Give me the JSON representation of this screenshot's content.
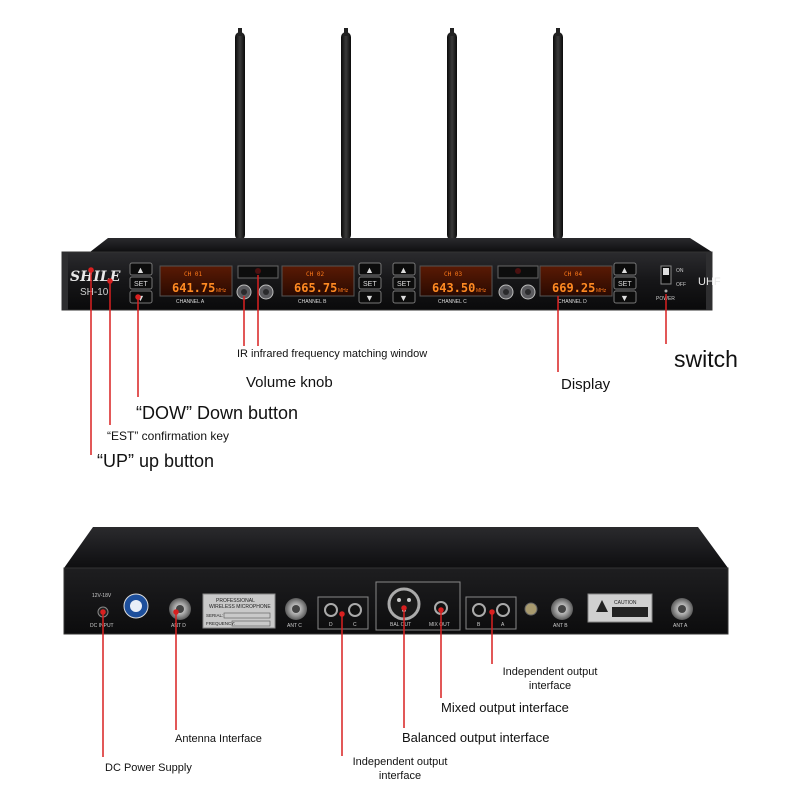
{
  "front_panel": {
    "brand": "SHILE",
    "model": "SH-10",
    "badge": "UHF",
    "power_label": "POWER",
    "on_label": "ON",
    "off_label": "OFF",
    "set_label": "SET",
    "channels": [
      {
        "name": "CHANNEL A",
        "frequency": "641.75",
        "ch": "CH 01"
      },
      {
        "name": "CHANNEL B",
        "frequency": "665.75",
        "ch": "CH 02"
      },
      {
        "name": "CHANNEL C",
        "frequency": "643.50",
        "ch": "CH 03"
      },
      {
        "name": "CHANNEL D",
        "frequency": "669.25",
        "ch": "CH 04"
      }
    ],
    "unit": "MHz"
  },
  "rear_panel": {
    "dc_input": "DC INPUT",
    "dc_spec": "12V-18V",
    "plate_title": "PROFESSIONAL",
    "plate_subtitle": "WIRELESS MICROPHONE",
    "serial_label": "SERIAL:",
    "frequency_label": "FREQUENCY:",
    "jack_labels": [
      "D",
      "C",
      "B",
      "A"
    ],
    "bal_out": "BAL OUT",
    "mix_out": "MIX OUT",
    "ant_labels": [
      "ANT D",
      "ANT C",
      "ANT B",
      "ANT A"
    ],
    "caution_title": "CAUTION"
  },
  "annotations": {
    "ir_window": "IR infrared frequency matching window",
    "volume_knob": "Volume knob",
    "display": "Display",
    "switch": "switch",
    "down_button": "“DOW” Down button",
    "set_key": "“EST” confirmation key",
    "up_button": "“UP” up button",
    "independent_output_1": "Independent output interface",
    "mixed_output": "Mixed output interface",
    "balanced_output": "Balanced output interface",
    "antenna_interface": "Antenna Interface",
    "dc_power": "DC Power Supply",
    "independent_output_2": "Independent output interface"
  },
  "colors": {
    "lcd": "#ff7a1a",
    "lcd_bg": "#3a1202",
    "panel": "#1c1c1e",
    "leader": "#d92020"
  }
}
